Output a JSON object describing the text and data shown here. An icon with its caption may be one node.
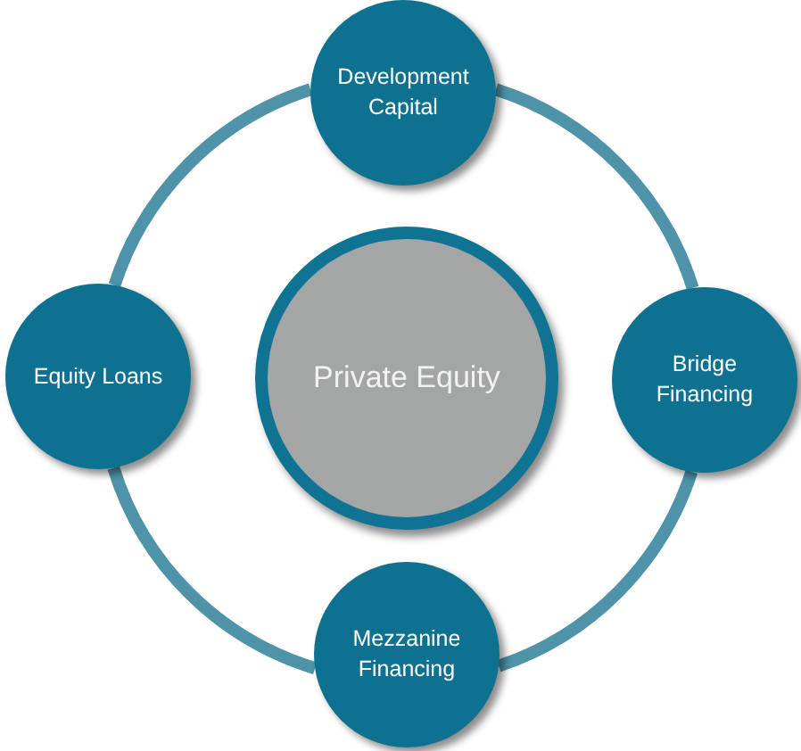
{
  "diagram": {
    "nodes": [
      {
        "text": [
          "Development Capital"
        ]
      },
      {
        "text": [
          "Equity Loans"
        ]
      },
      {
        "text": [
          "Private Equity"
        ]
      },
      {
        "text": [
          "Bridge Financing"
        ]
      },
      {
        "text": [
          "Mezzanine Financing"
        ]
      }
    ],
    "edges": [
      {
        "from": 0,
        "to": 3,
        "arrow": "none"
      },
      {
        "from": 3,
        "to": 4,
        "arrow": "none"
      },
      {
        "from": 4,
        "to": 1,
        "arrow": "none"
      },
      {
        "from": 1,
        "to": 0,
        "arrow": "none"
      }
    ]
  }
}
